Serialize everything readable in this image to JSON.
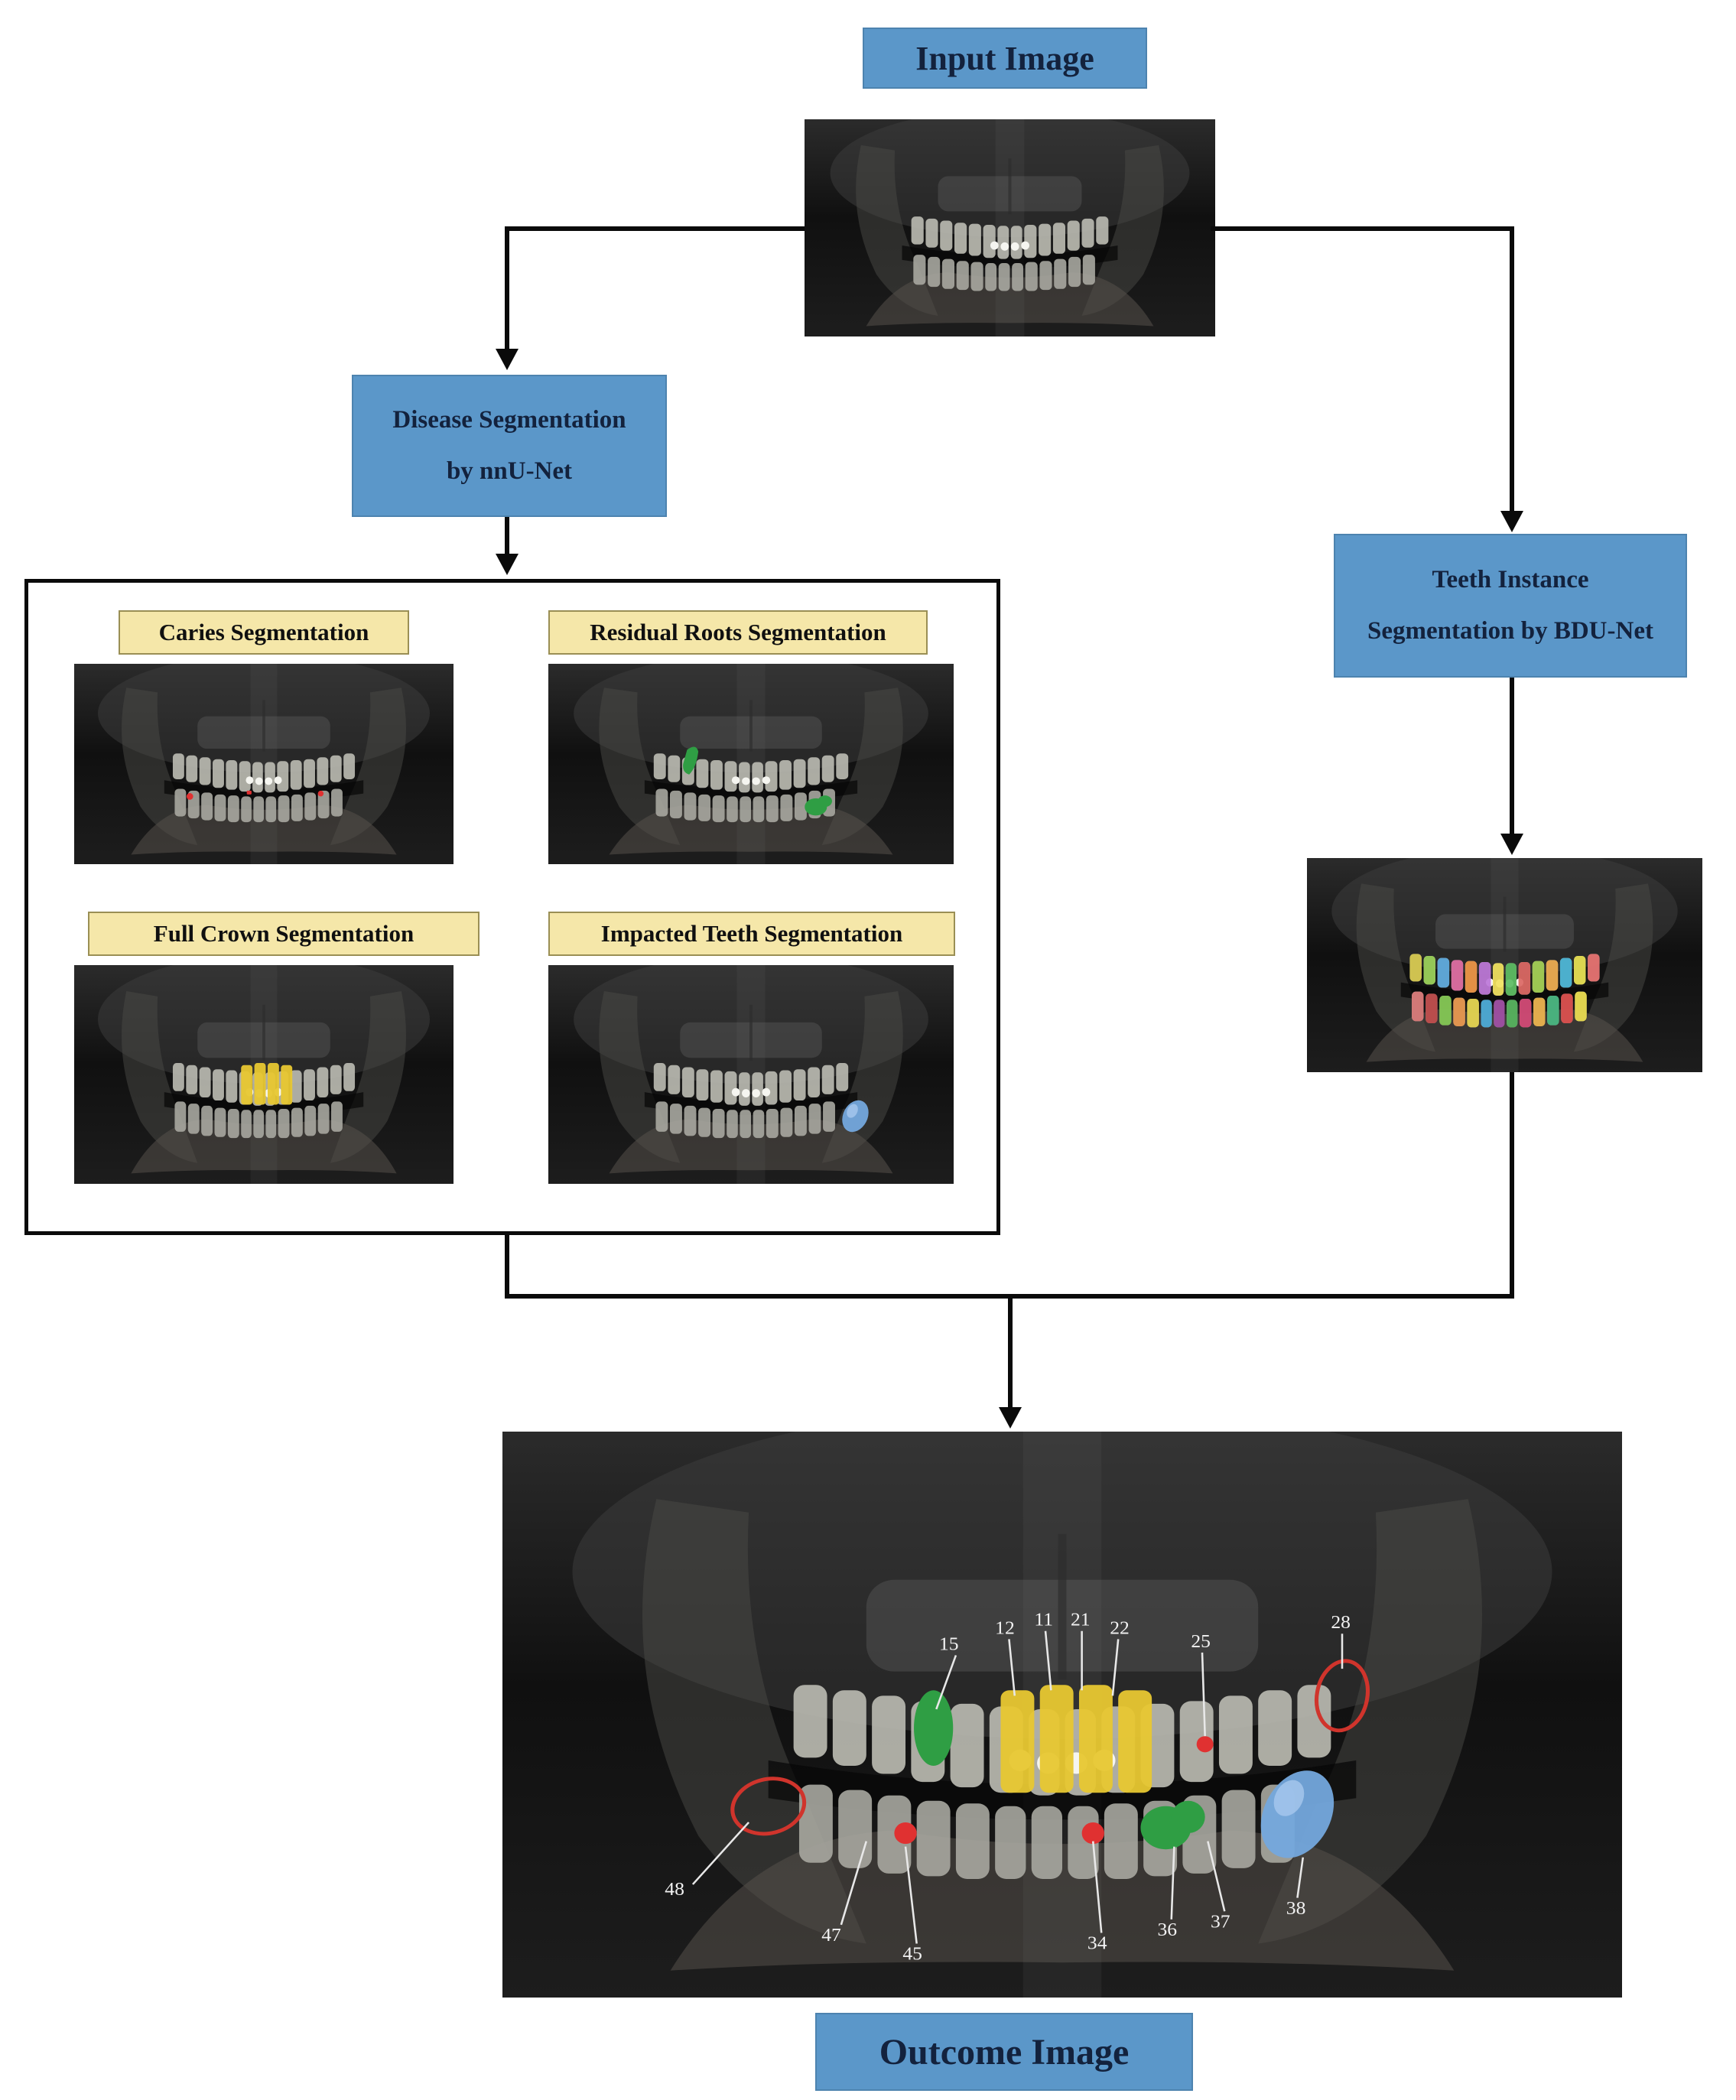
{
  "flow": {
    "input_box_label": "Input Image",
    "disease_box_line1": "Disease Segmentation",
    "disease_box_line2": "by nnU-Net",
    "teeth_box_line1": "Teeth Instance",
    "teeth_box_line2": "Segmentation by BDU-Net",
    "outcome_box_label": "Outcome Image"
  },
  "disease_panels": [
    {
      "label": "Caries Segmentation"
    },
    {
      "label": "Residual Roots Segmentation"
    },
    {
      "label": "Full Crown Segmentation"
    },
    {
      "label": "Impacted Teeth Segmentation"
    }
  ],
  "outcome": {
    "tooth_labels_top": [
      "15",
      "12",
      "11",
      "21",
      "22",
      "25",
      "28"
    ],
    "tooth_labels_bottom": [
      "48",
      "47",
      "45",
      "34",
      "36",
      "37",
      "38"
    ]
  },
  "colors": {
    "process_box_blue": "#5b97c9",
    "panel_label_yellow": "#f5e7a9",
    "caries_overlay": "#e03131",
    "residual_overlay": "#2f9e44",
    "crown_overlay": "#e8c832",
    "impacted_overlay": "#74a8dd",
    "annotation_red": "#d0342c",
    "annotation_text_white": "#f2f2f2"
  },
  "instance": {
    "palette_upper": [
      "#d8c83c",
      "#8fce44",
      "#4aa3e0",
      "#e05a9a",
      "#f08a2e",
      "#b565d6",
      "#f2e04a",
      "#46b54e",
      "#d9534f",
      "#9acd3f",
      "#f0a43a",
      "#35b0d8",
      "#e8e03c",
      "#e86060"
    ],
    "palette_lower": [
      "#e07070",
      "#c13a3a",
      "#7ac943",
      "#f0923e",
      "#ecd93f",
      "#38a8dc",
      "#9a3ca0",
      "#44b04e",
      "#d4356a",
      "#f2b03c",
      "#35b578",
      "#e03c3c",
      "#f2e23e"
    ]
  }
}
